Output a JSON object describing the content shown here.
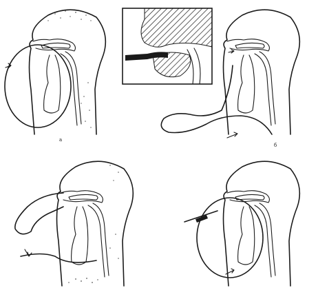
{
  "figure": {
    "panels": [
      {
        "id": "a",
        "label": "a"
      },
      {
        "id": "b",
        "label": "б"
      },
      {
        "id": "c",
        "label": ""
      },
      {
        "id": "d",
        "label": ""
      }
    ],
    "inset": {
      "label": ""
    }
  },
  "colors": {
    "ink": "#1a1a1a",
    "paper": "#ffffff",
    "stipple": "#555555"
  }
}
